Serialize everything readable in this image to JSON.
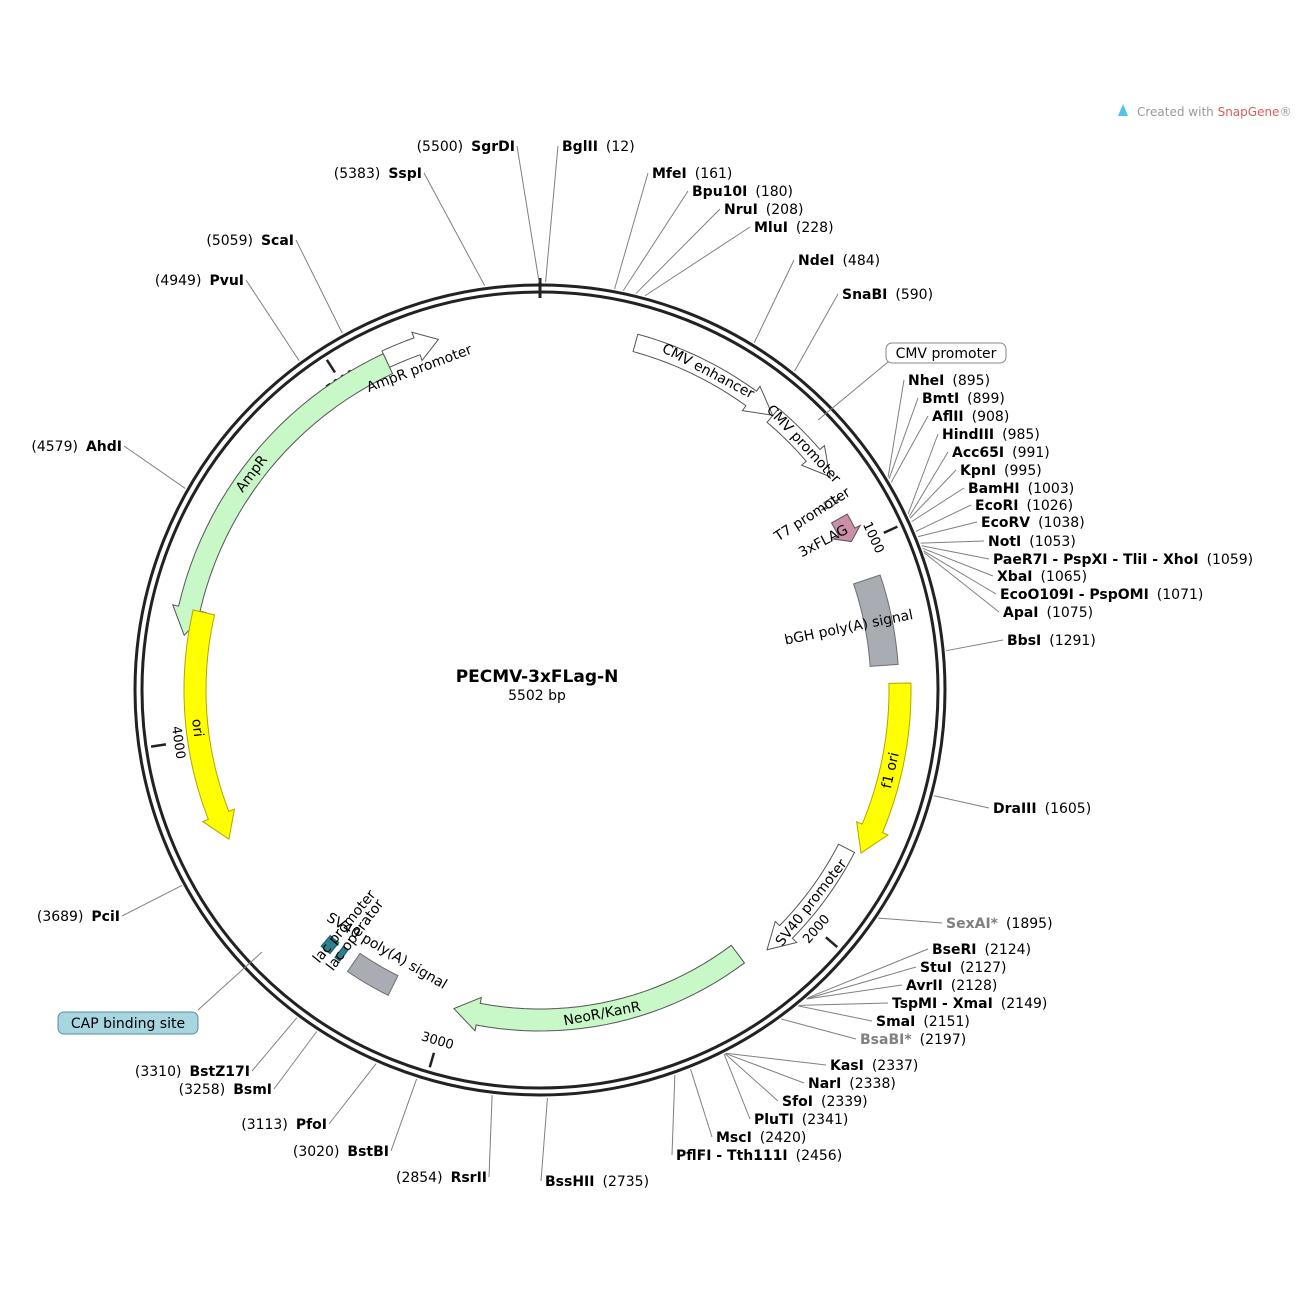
{
  "plasmid": {
    "name": "PECMV-3xFLag-N",
    "size_label": "5502 bp",
    "length": 5502
  },
  "credit": {
    "prefix": "Created with ",
    "brand": "SnapGene",
    "suffix": "®"
  },
  "colors": {
    "backbone": "#222222",
    "ampr": "#c8f7c8",
    "ori": "#ffff00",
    "neor": "#c8f7c8",
    "promoter": "#ffffff",
    "polya": "#a9acb2",
    "tag": "#cc8fa8",
    "operator": "#2e7f8f",
    "cap": "#a8d6e0"
  },
  "ticks": [
    {
      "pos": 1000,
      "label": "1000"
    },
    {
      "pos": 2000,
      "label": "2000"
    },
    {
      "pos": 3000,
      "label": "3000"
    },
    {
      "pos": 4000,
      "label": "4000"
    },
    {
      "pos": 5000,
      "label": "5000"
    }
  ],
  "features": [
    {
      "name": "AmpR promoter",
      "type": "promoter",
      "start": 5120,
      "end": 5255,
      "dir": 1
    },
    {
      "name": "AmpR",
      "type": "ampr",
      "start": 4260,
      "end": 5120,
      "dir": -1
    },
    {
      "name": "CMV enhancer",
      "type": "promoter",
      "start": 235,
      "end": 615,
      "dir": 1
    },
    {
      "name": "CMV promoter",
      "type": "promoter",
      "start": 616,
      "end": 820,
      "dir": 1
    },
    {
      "name": "T7 promoter",
      "type": "promoter",
      "start": 865,
      "end": 885,
      "dir": 1
    },
    {
      "name": "3xFLAG",
      "type": "tag",
      "start": 920,
      "end": 986,
      "dir": 1
    },
    {
      "name": "bGH poly(A) signal",
      "type": "polya",
      "start": 1090,
      "end": 1313,
      "dir": 1
    },
    {
      "name": "f1 ori",
      "type": "ori",
      "start": 1359,
      "end": 1787,
      "dir": 1
    },
    {
      "name": "SV40 promoter",
      "type": "promoter",
      "start": 1793,
      "end": 2122,
      "dir": 1
    },
    {
      "name": "NeoR/KanR",
      "type": "neor",
      "start": 2188,
      "end": 2982,
      "dir": 1
    },
    {
      "name": "SV40 poly(A) signal",
      "type": "polya",
      "start": 3155,
      "end": 3276,
      "dir": 1
    },
    {
      "name": "ori",
      "type": "ori",
      "start": 3735,
      "end": 4325,
      "dir": -1
    },
    {
      "name": "lac promoter",
      "type": "operator",
      "start": 3340,
      "end": 3370,
      "dir": 1
    },
    {
      "name": "lac operator",
      "type": "operator",
      "start": 3308,
      "end": 3324,
      "dir": 1
    }
  ],
  "enzymes": [
    {
      "name": "SgrDI",
      "pos": "5500",
      "side": "left"
    },
    {
      "name": "BglII",
      "pos": "12",
      "side": "right"
    },
    {
      "name": "SspI",
      "pos": "5383",
      "side": "left"
    },
    {
      "name": "MfeI",
      "pos": "161",
      "side": "right"
    },
    {
      "name": "Bpu10I",
      "pos": "180",
      "side": "right"
    },
    {
      "name": "NruI",
      "pos": "208",
      "side": "right"
    },
    {
      "name": "MluI",
      "pos": "228",
      "side": "right"
    },
    {
      "name": "ScaI",
      "pos": "5059",
      "side": "left"
    },
    {
      "name": "NdeI",
      "pos": "484",
      "side": "right"
    },
    {
      "name": "PvuI",
      "pos": "4949",
      "side": "left"
    },
    {
      "name": "SnaBI",
      "pos": "590",
      "side": "right"
    },
    {
      "name": "NheI",
      "pos": "895",
      "side": "right"
    },
    {
      "name": "BmtI",
      "pos": "899",
      "side": "right"
    },
    {
      "name": "AflII",
      "pos": "908",
      "side": "right"
    },
    {
      "name": "HindIII",
      "pos": "985",
      "side": "right"
    },
    {
      "name": "AhdI",
      "pos": "4579",
      "side": "left"
    },
    {
      "name": "Acc65I",
      "pos": "991",
      "side": "right"
    },
    {
      "name": "KpnI",
      "pos": "995",
      "side": "right"
    },
    {
      "name": "BamHI",
      "pos": "1003",
      "side": "right"
    },
    {
      "name": "EcoRI",
      "pos": "1026",
      "side": "right"
    },
    {
      "name": "EcoRV",
      "pos": "1038",
      "side": "right"
    },
    {
      "name": "NotI",
      "pos": "1053",
      "side": "right"
    },
    {
      "name": "PaeR7I - PspXI - TliI - XhoI",
      "pos": "1059",
      "side": "right"
    },
    {
      "name": "XbaI",
      "pos": "1065",
      "side": "right"
    },
    {
      "name": "EcoO109I - PspOMI",
      "pos": "1071",
      "side": "right"
    },
    {
      "name": "ApaI",
      "pos": "1075",
      "side": "right"
    },
    {
      "name": "BbsI",
      "pos": "1291",
      "side": "right"
    },
    {
      "name": "DraIII",
      "pos": "1605",
      "side": "right"
    },
    {
      "name": "PciI",
      "pos": "3689",
      "side": "left"
    },
    {
      "name": "SexAI*",
      "pos": "1895",
      "side": "right",
      "gray": true
    },
    {
      "name": "BseRI",
      "pos": "2124",
      "side": "right"
    },
    {
      "name": "StuI",
      "pos": "2127",
      "side": "right"
    },
    {
      "name": "AvrII",
      "pos": "2128",
      "side": "right"
    },
    {
      "name": "TspMI - XmaI",
      "pos": "2149",
      "side": "right"
    },
    {
      "name": "SmaI",
      "pos": "2151",
      "side": "right"
    },
    {
      "name": "BsaBI*",
      "pos": "2197",
      "side": "right",
      "gray": true
    },
    {
      "name": "KasI",
      "pos": "2337",
      "side": "right"
    },
    {
      "name": "NarI",
      "pos": "2338",
      "side": "right"
    },
    {
      "name": "SfoI",
      "pos": "2339",
      "side": "right"
    },
    {
      "name": "PluTI",
      "pos": "2341",
      "side": "right"
    },
    {
      "name": "MscI",
      "pos": "2420",
      "side": "right"
    },
    {
      "name": "PflFI - Tth111I",
      "pos": "2456",
      "side": "right"
    },
    {
      "name": "BstZ17I",
      "pos": "3310",
      "side": "left"
    },
    {
      "name": "BsmI",
      "pos": "3258",
      "side": "left"
    },
    {
      "name": "PfoI",
      "pos": "3113",
      "side": "left"
    },
    {
      "name": "BstBI",
      "pos": "3020",
      "side": "left"
    },
    {
      "name": "RsrII",
      "pos": "2854",
      "side": "left"
    },
    {
      "name": "BssHII",
      "pos": "2735",
      "side": "right"
    }
  ],
  "annotations": [
    {
      "name": "CAP binding site",
      "boxed": true
    },
    {
      "name": "CMV promoter",
      "boxed": true
    }
  ]
}
